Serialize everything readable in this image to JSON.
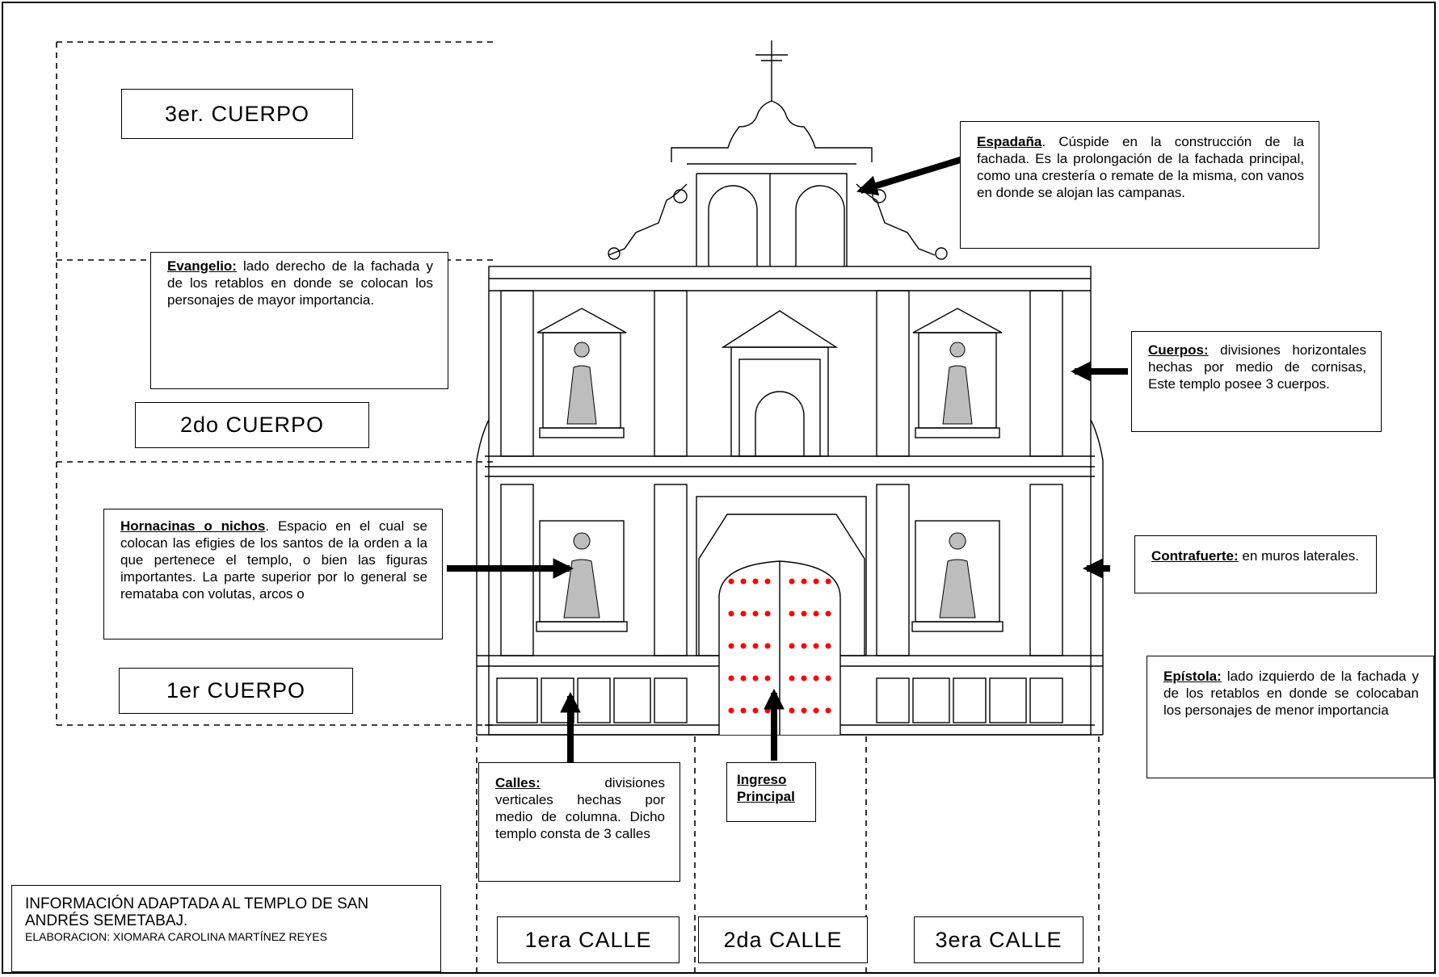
{
  "sections": {
    "cuerpo3": "3er. CUERPO",
    "cuerpo2": "2do CUERPO",
    "cuerpo1": "1er CUERPO",
    "calle1": "1era CALLE",
    "calle2": "2da CALLE",
    "calle3": "3era CALLE"
  },
  "notes": {
    "espadana": {
      "term": "Espadaña",
      "text": ". Cúspide  en la construcción de la fachada. Es la prolongación de la fachada principal, como una crestería o remate de la misma,  con vanos en donde se alojan las campanas."
    },
    "evangelio": {
      "term": "Evangelio:",
      "text": " lado derecho de la fachada y de los retablos en donde se  colocan los personajes de mayor importancia."
    },
    "cuerpos": {
      "term": "Cuerpos:",
      "text": " divisiones horizontales hechas por medio de cornisas, Este templo posee 3 cuerpos."
    },
    "hornacinas": {
      "term": "Hornacinas o nichos",
      "text": ". Espacio en el cual se colocan las efigies de los santos de la orden a la que pertenece el templo, o bien las figuras importantes. La parte superior por lo general se remataba con volutas, arcos o"
    },
    "contrafuerte": {
      "term": "Contrafuerte:",
      "text": " en muros laterales."
    },
    "epistola": {
      "term": "Epístola:",
      "text": " lado izquierdo de la fachada y de los retablos en donde se colocaban los personajes de menor importancia"
    },
    "calles": {
      "term": "Calles:",
      "text": " divisiones verticales hechas por medio de columna. Dicho templo consta de 3 calles"
    },
    "ingreso": {
      "term": "Ingreso Principal"
    }
  },
  "credit": {
    "line1": "INFORMACIÓN ADAPTADA AL TEMPLO DE SAN ANDRÉS SEMETABAJ.",
    "line2": "ELABORACION: XIOMARA  CAROLINA MARTÍNEZ REYES"
  },
  "colors": {
    "line": "#000000",
    "door_studs": "#ff0000",
    "saint_fill": "#bdbdbd"
  }
}
